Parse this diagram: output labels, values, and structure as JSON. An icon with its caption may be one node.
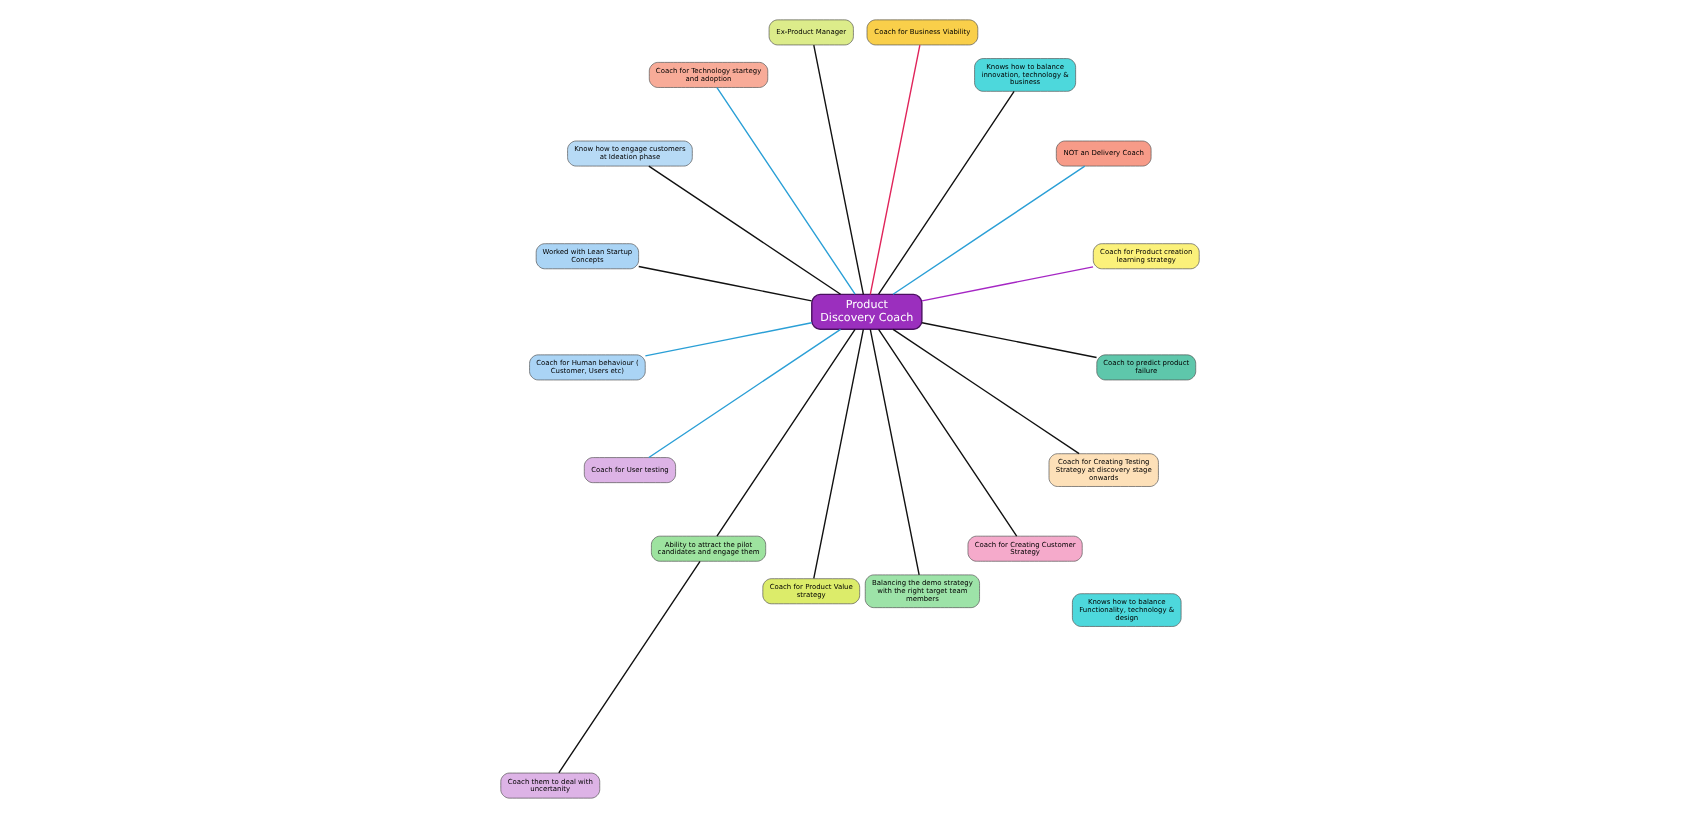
{
  "diagram": {
    "nodes": [
      {
        "text": [
          "Knows how to balance Functionality, technology & design"
        ]
      },
      {
        "text": [
          "Coach for Product creation learning strategy"
        ]
      },
      {
        "text": [
          "NOT an Delivery Coach"
        ]
      },
      {
        "text": [
          "Knows how to balance innovation, technology & business"
        ]
      },
      {
        "text": [
          "Coach for Business Viability"
        ]
      },
      {
        "text": [
          "Ex-Product Manager"
        ]
      },
      {
        "text": [
          "Coach for Technology startegy and adoption"
        ]
      },
      {
        "text": [
          "Know how to engage customers at Ideation phase"
        ]
      },
      {
        "text": [
          "Worked with Lean Startup Concepts"
        ]
      },
      {
        "text": [
          "Coach for Human behaviour ( Customer, Users etc)"
        ]
      },
      {
        "text": [
          "Product Discovery Coach"
        ]
      },
      {
        "text": [
          "Coach for User testing"
        ]
      },
      {
        "text": [
          "Ability to attract the pilot candidates and engage them"
        ]
      },
      {
        "text": [
          "Coach for Product Value strategy"
        ]
      },
      {
        "text": [
          "Coach them to deal with uncertanity"
        ]
      },
      {
        "text": [
          "Balancing the demo strategy with the right target team members"
        ]
      },
      {
        "text": [
          "Coach for Creating Customer Strategy"
        ]
      },
      {
        "text": [
          "Coach for Creating Testing Strategy at discovery stage onwards"
        ]
      },
      {
        "text": [
          "Coach to predict product failure"
        ]
      }
    ],
    "edges": [
      {
        "from": 10,
        "to": 1,
        "arrow": "none",
        "color": "#a526c4"
      },
      {
        "from": 10,
        "to": 2,
        "arrow": "none",
        "color": "#2a9fd6"
      },
      {
        "from": 10,
        "to": 3,
        "arrow": "none"
      },
      {
        "from": 10,
        "to": 4,
        "arrow": "none",
        "color": "#e0245a"
      },
      {
        "from": 10,
        "to": 5,
        "arrow": "none"
      },
      {
        "from": 10,
        "to": 6,
        "arrow": "none",
        "color": "#2a9fd6"
      },
      {
        "from": 10,
        "to": 7,
        "arrow": "none"
      },
      {
        "from": 10,
        "to": 8,
        "arrow": "none"
      },
      {
        "from": 10,
        "to": 9,
        "arrow": "none",
        "color": "#2a9fd6"
      },
      {
        "from": 10,
        "to": 11,
        "arrow": "none",
        "color": "#2a9fd6"
      },
      {
        "from": 10,
        "to": 12,
        "arrow": "none"
      },
      {
        "from": 10,
        "to": 13,
        "arrow": "none"
      },
      {
        "from": 12,
        "to": 14,
        "arrow": "none"
      },
      {
        "from": 10,
        "to": 15,
        "arrow": "none"
      },
      {
        "from": 10,
        "to": 16,
        "arrow": "none"
      },
      {
        "from": 10,
        "to": 17,
        "arrow": "none"
      },
      {
        "from": 10,
        "to": 18,
        "arrow": "none"
      }
    ]
  }
}
